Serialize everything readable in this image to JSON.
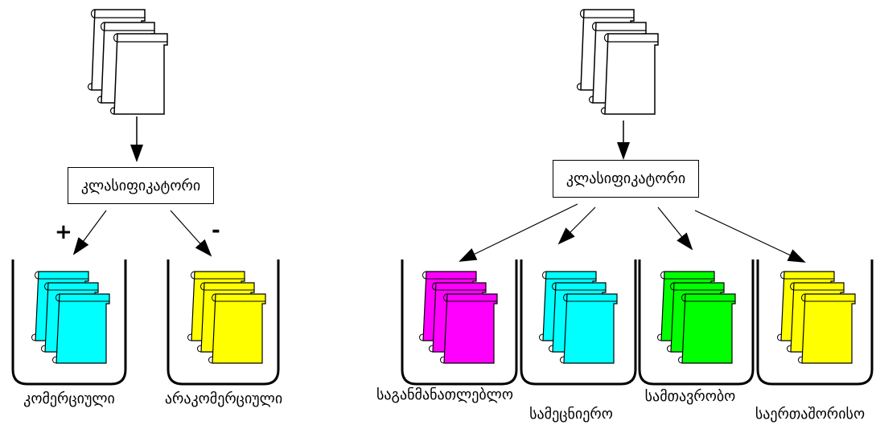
{
  "left": {
    "classifier": "კლასიფიკატორი",
    "plus": "+",
    "minus": "-",
    "bins": [
      {
        "label": "კომერციული",
        "color": "#00ffff"
      },
      {
        "label": "არაკომერციული",
        "color": "#ffff00"
      }
    ]
  },
  "right": {
    "classifier": "კლასიფიკატორი",
    "bins": [
      {
        "label": "საგანმანათლებლო",
        "color": "#ff00ff"
      },
      {
        "label": "სამეცნიერო",
        "color": "#00ffff"
      },
      {
        "label": "სამთავრობო",
        "color": "#00ff00"
      },
      {
        "label": "საერთაშორისო",
        "color": "#ffff00"
      }
    ]
  }
}
